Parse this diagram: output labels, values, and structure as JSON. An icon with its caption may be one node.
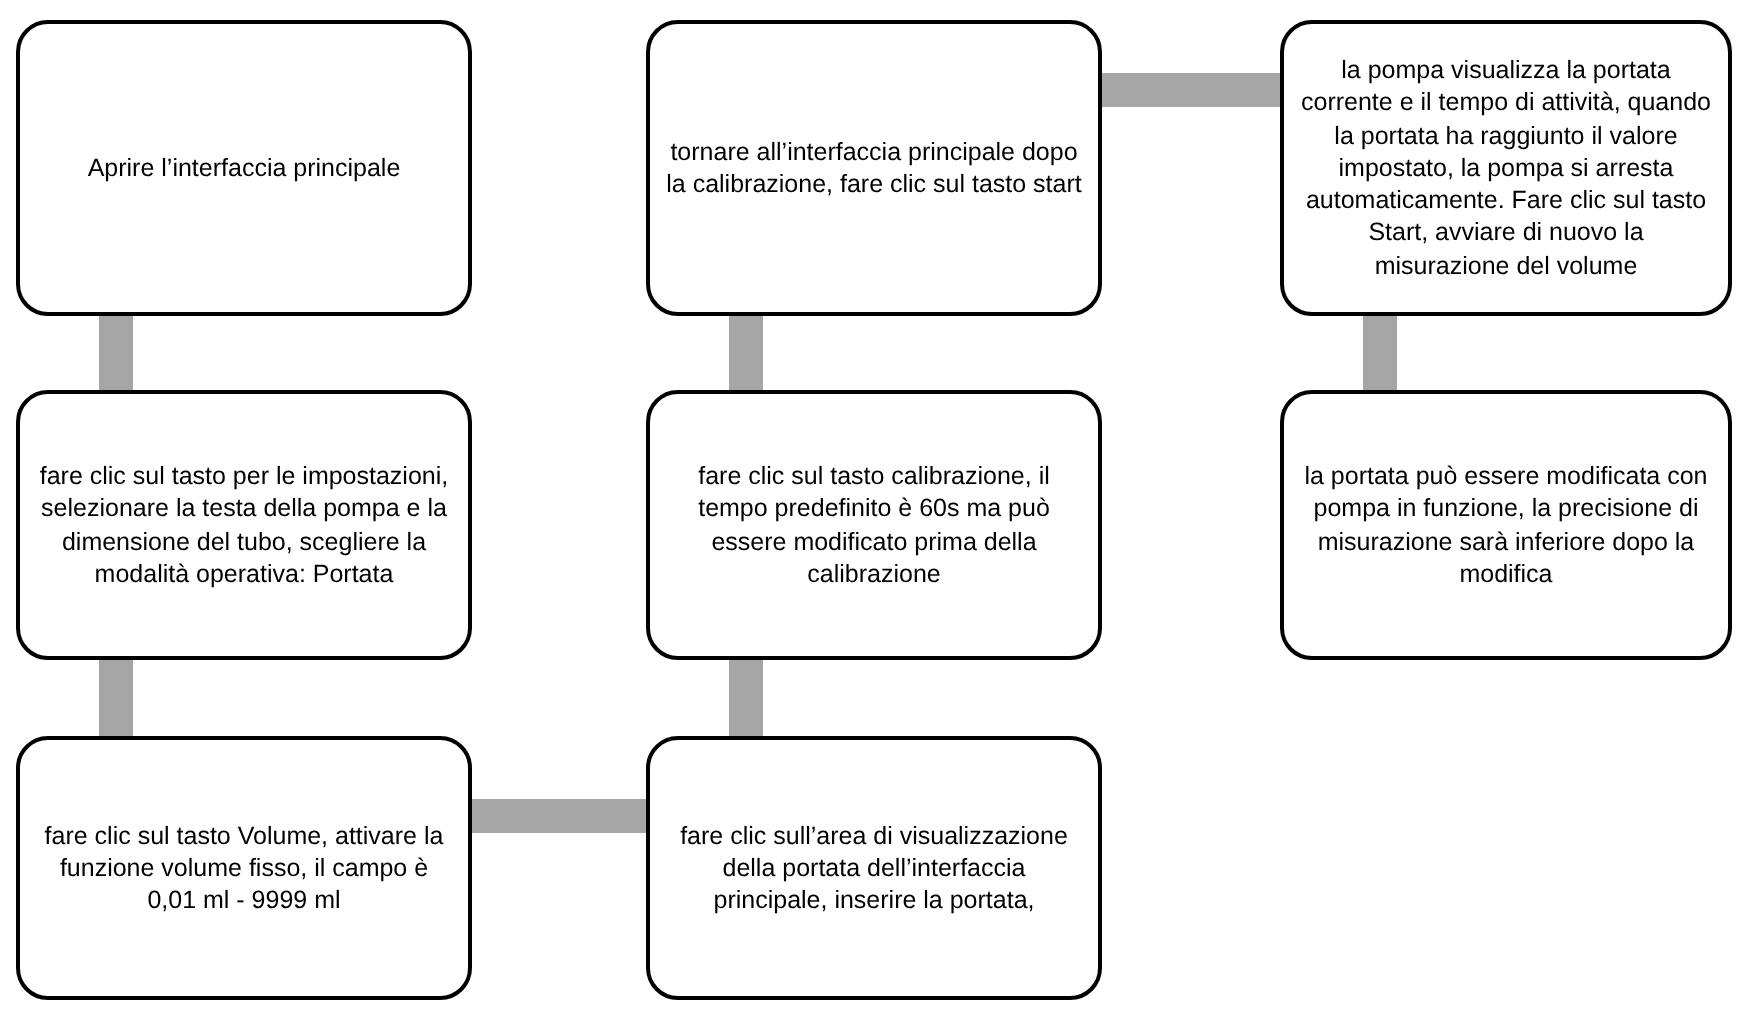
{
  "diagram": {
    "nodes": [
      {
        "text": [
          "Aprire l’interfaccia principale"
        ]
      },
      {
        "text": [
          "fare clic sul tasto per le impostazioni, selezionare la testa della pompa e la dimensione del tubo, scegliere la modalità operativa: Portata"
        ]
      },
      {
        "text": [
          "fare clic sul tasto Volume, attivare la funzione volume fisso, il campo è 0,01 ml - 9999 ml"
        ]
      },
      {
        "text": [
          "fare clic sull’area di visualizzazione della portata dell’interfaccia principale, inserire la portata,"
        ]
      },
      {
        "text": [
          "fare clic sul tasto calibrazione, il tempo predefinito è 60s ma può essere modificato prima della calibrazione"
        ]
      },
      {
        "text": [
          "tornare all’interfaccia principale dopo la calibrazione, fare clic sul tasto start"
        ]
      },
      {
        "text": [
          "la pompa visualizza la portata corrente e il tempo di attività, quando la portata ha raggiunto il valore impostato, la pompa si arresta automaticamente. Fare clic sul tasto Start, avviare di nuovo la misurazione del volume"
        ]
      },
      {
        "text": [
          "la portata può essere modificata con pompa in funzione, la precisione di misurazione sarà inferiore dopo la modifica"
        ]
      }
    ],
    "edges": [
      {
        "from": 0,
        "to": 1,
        "arrow": "none"
      },
      {
        "from": 1,
        "to": 2,
        "arrow": "none"
      },
      {
        "from": 2,
        "to": 3,
        "arrow": "none"
      },
      {
        "from": 3,
        "to": 4,
        "arrow": "none"
      },
      {
        "from": 4,
        "to": 5,
        "arrow": "none"
      },
      {
        "from": 5,
        "to": 6,
        "arrow": "none"
      },
      {
        "from": 6,
        "to": 7,
        "arrow": "none"
      }
    ]
  }
}
